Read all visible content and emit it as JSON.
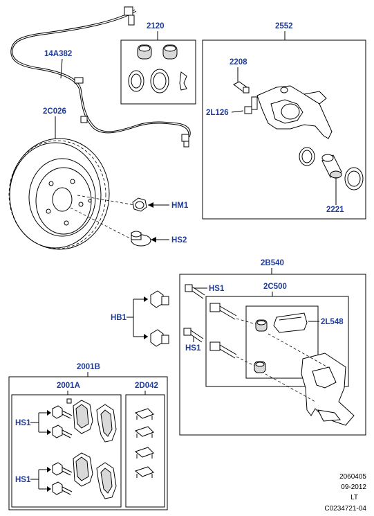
{
  "labels": {
    "sensor": "14A382",
    "disc": "2C026",
    "seal_kit": "2120",
    "caliper": "2552",
    "bleed_screw": "2208",
    "guide_pin": "2L126",
    "piston": "2221",
    "hm1": "HM1",
    "hs2": "HS2",
    "carrier": "2B540",
    "hs1_top": "HS1",
    "slide_kit": "2C500",
    "boot_kit": "2L548",
    "hb1": "HB1",
    "hs1_mid": "HS1",
    "pad_set": "2001B",
    "pad_kit": "2001A",
    "clip_kit": "2D042",
    "hs1_pad_upper": "HS1",
    "hs1_pad_lower": "HS1"
  },
  "footer": {
    "line1": "2060405",
    "line2": "09-2012",
    "line3": "LT",
    "line4": "C0234721-04"
  },
  "colors": {
    "callout": "#1f3c9b",
    "line": "#000000",
    "background": "#ffffff"
  }
}
